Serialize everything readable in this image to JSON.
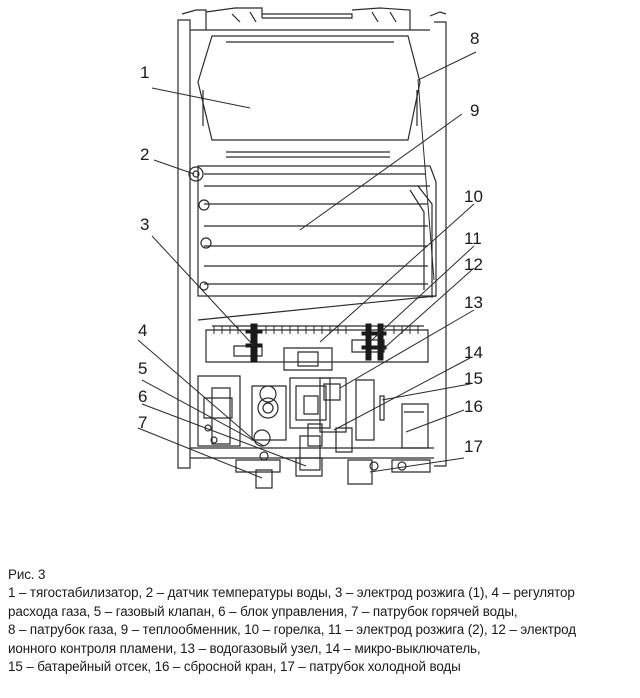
{
  "figure": {
    "callouts": [
      "1",
      "2",
      "3",
      "4",
      "5",
      "6",
      "7",
      "8",
      "9",
      "10",
      "11",
      "12",
      "13",
      "14",
      "15",
      "16",
      "17"
    ]
  },
  "caption": {
    "title": "Рис. 3",
    "lines": [
      "1 – тягостабилизатор, 2 – датчик температуры воды, 3 – электрод розжига (1), 4 – регулятор",
      "расхода газа, 5 – газовый клапан, 6 – блок управления, 7 – патрубок горячей воды,",
      "8 – патрубок газа, 9 – теплообменник, 10 – горелка, 11 – электрод розжига (2), 12 – электрод",
      "ионного контроля пламени, 13 – водогазовый узел, 14 – микро-выключатель,",
      "15 – батарейный отсек, 16 – сбросной кран, 17 – патрубок холодной воды"
    ]
  }
}
